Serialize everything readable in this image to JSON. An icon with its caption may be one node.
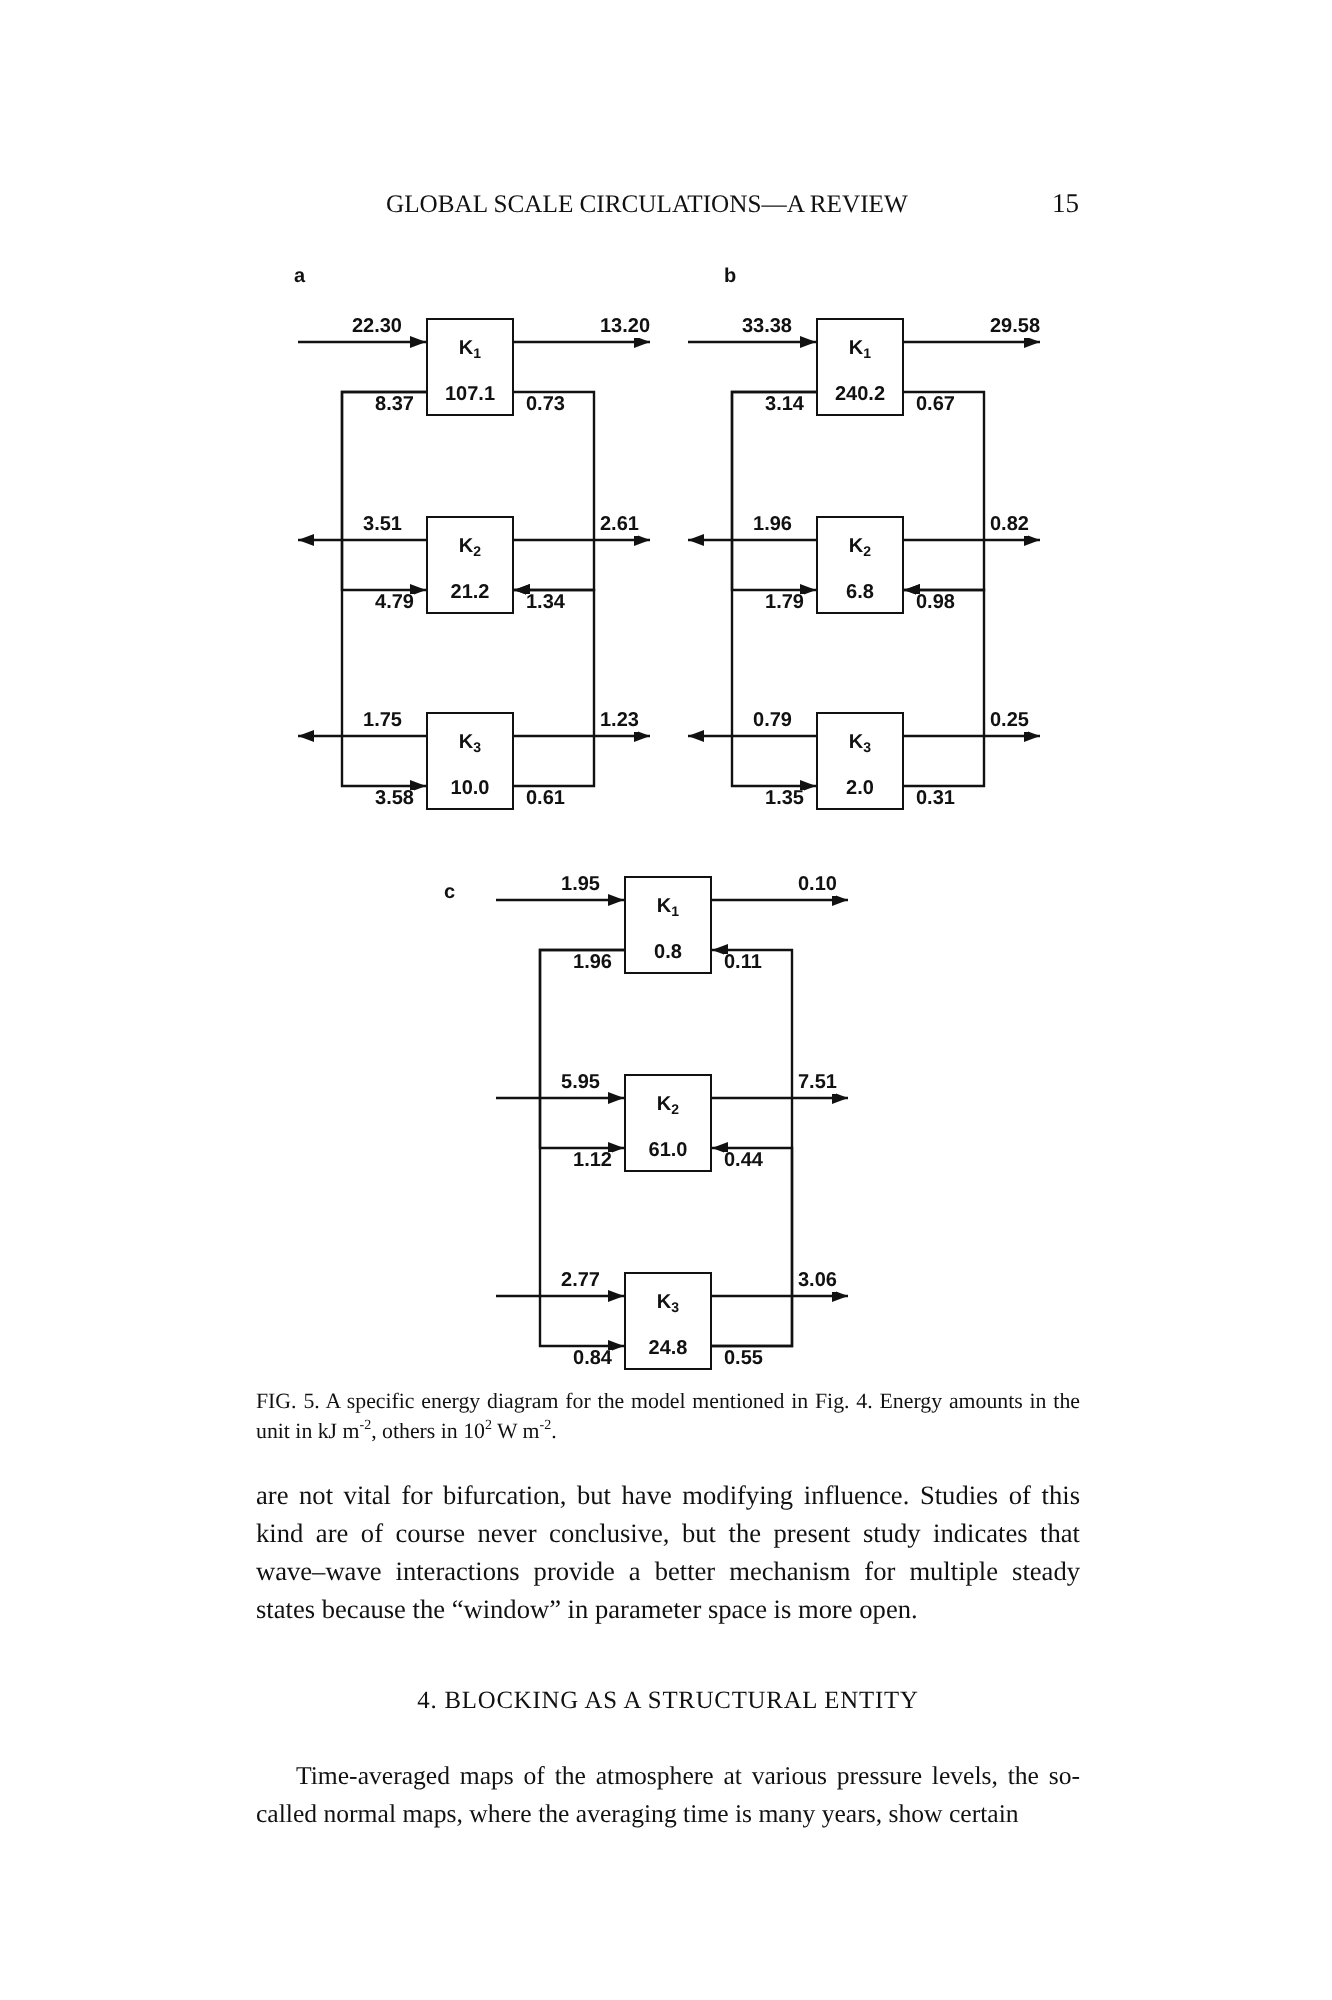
{
  "diagram": {
    "caption": "FIG. 5. A specific energy diagram for the model mentioned in Fig. 4. Energy amounts in the unit in kJ m$^{-2}$, others in 10$^{2}$ W m$^{-2}$.",
    "nodes": [
      {
        "text": [
          "K$_{1}$",
          "107.1"
        ]
      },
      {
        "text": [
          "K$_{2}$",
          "21.2"
        ]
      },
      {
        "text": [
          "K$_{3}$",
          "10.0"
        ]
      },
      {
        "text": [
          "K$_{1}$",
          "240.2"
        ]
      },
      {
        "text": [
          "K$_{2}$",
          "6.8"
        ]
      },
      {
        "text": [
          "K$_{3}$",
          "2.0"
        ]
      },
      {
        "text": [
          "K$_{1}$",
          "0.8"
        ]
      },
      {
        "text": [
          "K$_{2}$",
          "61.0"
        ]
      },
      {
        "text": [
          "K$_{3}$",
          "24.8"
        ]
      }
    ],
    "edges": [
      {
        "from": null,
        "to": 0,
        "arrow": "to",
        "label": "22.30"
      },
      {
        "from": 0,
        "to": null,
        "arrow": "to",
        "label": "13.20"
      },
      {
        "from": 0,
        "to": 1,
        "arrow": "to",
        "label": "4.79"
      },
      {
        "from": 0,
        "to": 2,
        "arrow": "to",
        "label": "3.58"
      },
      {
        "from": 0,
        "to": 1,
        "arrow": "to",
        "label": "0.73"
      },
      {
        "from": 2,
        "to": 1,
        "arrow": "to",
        "label": "0.61"
      },
      {
        "from": 1,
        "to": null,
        "arrow": "to",
        "label": "3.51"
      },
      {
        "from": 1,
        "to": null,
        "arrow": "to",
        "label": "2.61"
      },
      {
        "from": 2,
        "to": null,
        "arrow": "to",
        "label": "1.75"
      },
      {
        "from": 2,
        "to": null,
        "arrow": "to",
        "label": "1.23"
      },
      {
        "from": null,
        "to": 3,
        "arrow": "to",
        "label": "33.38"
      },
      {
        "from": 3,
        "to": null,
        "arrow": "to",
        "label": "29.58"
      },
      {
        "from": 3,
        "to": 4,
        "arrow": "to",
        "label": "1.79"
      },
      {
        "from": 3,
        "to": 5,
        "arrow": "to",
        "label": "1.35"
      },
      {
        "from": 3,
        "to": 4,
        "arrow": "to",
        "label": "0.67"
      },
      {
        "from": 5,
        "to": 4,
        "arrow": "to",
        "label": "0.31"
      },
      {
        "from": 4,
        "to": null,
        "arrow": "to",
        "label": "1.96"
      },
      {
        "from": 4,
        "to": null,
        "arrow": "to",
        "label": "0.82"
      },
      {
        "from": 5,
        "to": null,
        "arrow": "to",
        "label": "0.79"
      },
      {
        "from": 5,
        "to": null,
        "arrow": "to",
        "label": "0.25"
      },
      {
        "from": null,
        "to": 6,
        "arrow": "to",
        "label": "1.95"
      },
      {
        "from": 6,
        "to": null,
        "arrow": "to",
        "label": "0.10"
      },
      {
        "from": 6,
        "to": 7,
        "arrow": "to",
        "label": "1.12"
      },
      {
        "from": 6,
        "to": 8,
        "arrow": "to",
        "label": "0.84"
      },
      {
        "from": 8,
        "to": 6,
        "arrow": "to",
        "label": "0.11"
      },
      {
        "from": 8,
        "to": 7,
        "arrow": "to",
        "label": "0.44"
      },
      {
        "from": null,
        "to": 7,
        "arrow": "to",
        "label": "5.95"
      },
      {
        "from": 7,
        "to": null,
        "arrow": "to",
        "label": "7.51"
      },
      {
        "from": null,
        "to": 8,
        "arrow": "to",
        "label": "2.77"
      },
      {
        "from": 8,
        "to": null,
        "arrow": "to",
        "label": "3.06"
      }
    ],
    "labels": [
      "GLOBAL SCALE CIRCULATIONS—A REVIEW",
      "15",
      "a",
      "b",
      "8.37",
      "3.14",
      "1.34",
      "0.98",
      "c",
      "1.96",
      "0.55",
      "are not vital for bifurcation, but have modifying influence. Studies of this kind are of course never conclusive, but the present study indicates that wave–wave interactions provide a better mechanism for multiple steady states because the “window” in parameter space is more open.",
      "4. BLOCKING AS A STRUCTURAL ENTITY",
      "Time-averaged maps of the atmosphere at various pressure levels, the so-called normal maps, where the averaging time is many years, show certain"
    ]
  }
}
